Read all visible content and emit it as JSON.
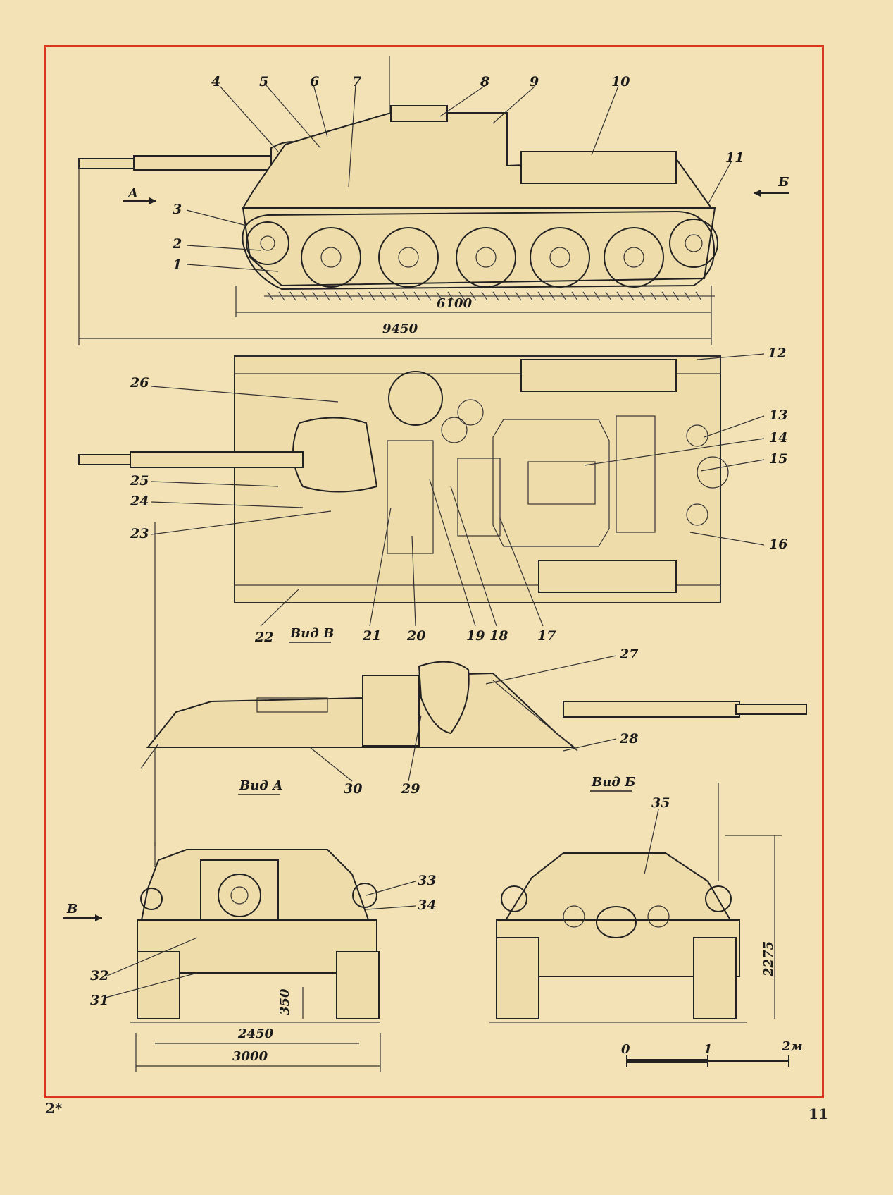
{
  "callouts": [
    {
      "n": "1"
    },
    {
      "n": "2"
    },
    {
      "n": "3"
    },
    {
      "n": "4"
    },
    {
      "n": "5"
    },
    {
      "n": "6"
    },
    {
      "n": "7"
    },
    {
      "n": "8"
    },
    {
      "n": "9"
    },
    {
      "n": "10"
    },
    {
      "n": "11"
    },
    {
      "n": "12"
    },
    {
      "n": "13"
    },
    {
      "n": "14"
    },
    {
      "n": "15"
    },
    {
      "n": "16"
    },
    {
      "n": "17"
    },
    {
      "n": "18"
    },
    {
      "n": "19"
    },
    {
      "n": "20"
    },
    {
      "n": "21"
    },
    {
      "n": "22"
    },
    {
      "n": "23"
    },
    {
      "n": "24"
    },
    {
      "n": "25"
    },
    {
      "n": "26"
    },
    {
      "n": "27"
    },
    {
      "n": "28"
    },
    {
      "n": "29"
    },
    {
      "n": "30"
    },
    {
      "n": "31"
    },
    {
      "n": "32"
    },
    {
      "n": "33"
    },
    {
      "n": "34"
    },
    {
      "n": "35"
    }
  ],
  "dimensions": {
    "track_base": "6100",
    "overall_length": "9450",
    "track_gauge": "2450",
    "overall_width": "3000",
    "ground_clearance": "350",
    "overall_height": "2275"
  },
  "view_labels": {
    "arrow_a": "A",
    "arrow_b": "Б",
    "arrow_v": "В",
    "view_v": "Вид В",
    "view_a": "Вид А",
    "view_b": "Вид Б"
  },
  "scale_bar": {
    "tick_0": "0",
    "tick_1": "1",
    "tick_2": "2м"
  },
  "page_number": "11",
  "signature_mark": "2*",
  "colors": {
    "paper": "#f3e2b6",
    "frame": "#d9371f",
    "ink": "#222222"
  }
}
